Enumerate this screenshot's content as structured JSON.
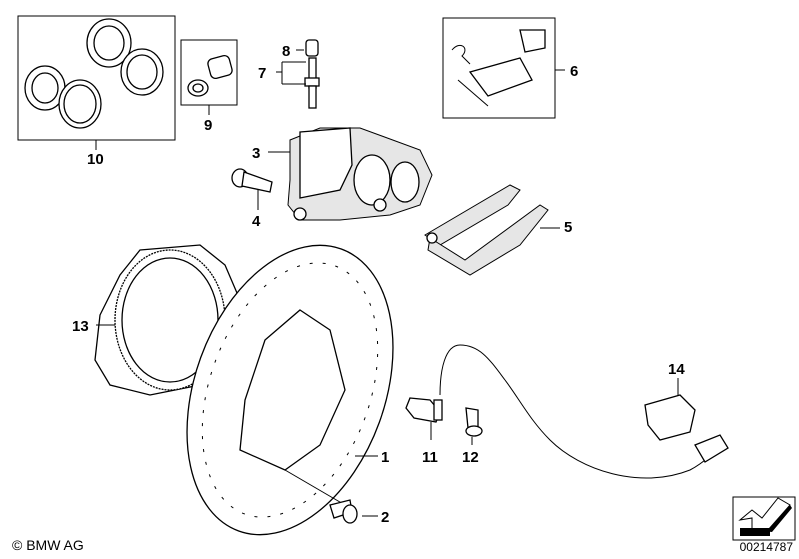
{
  "callouts": {
    "c1": "1",
    "c2": "2",
    "c3": "3",
    "c4": "4",
    "c5": "5",
    "c6": "6",
    "c7": "7",
    "c8": "8",
    "c9": "9",
    "c10": "10",
    "c11": "11",
    "c12": "12",
    "c13": "13",
    "c14": "14"
  },
  "footer": {
    "copyright": "© BMW AG",
    "document_number": "00214787"
  }
}
